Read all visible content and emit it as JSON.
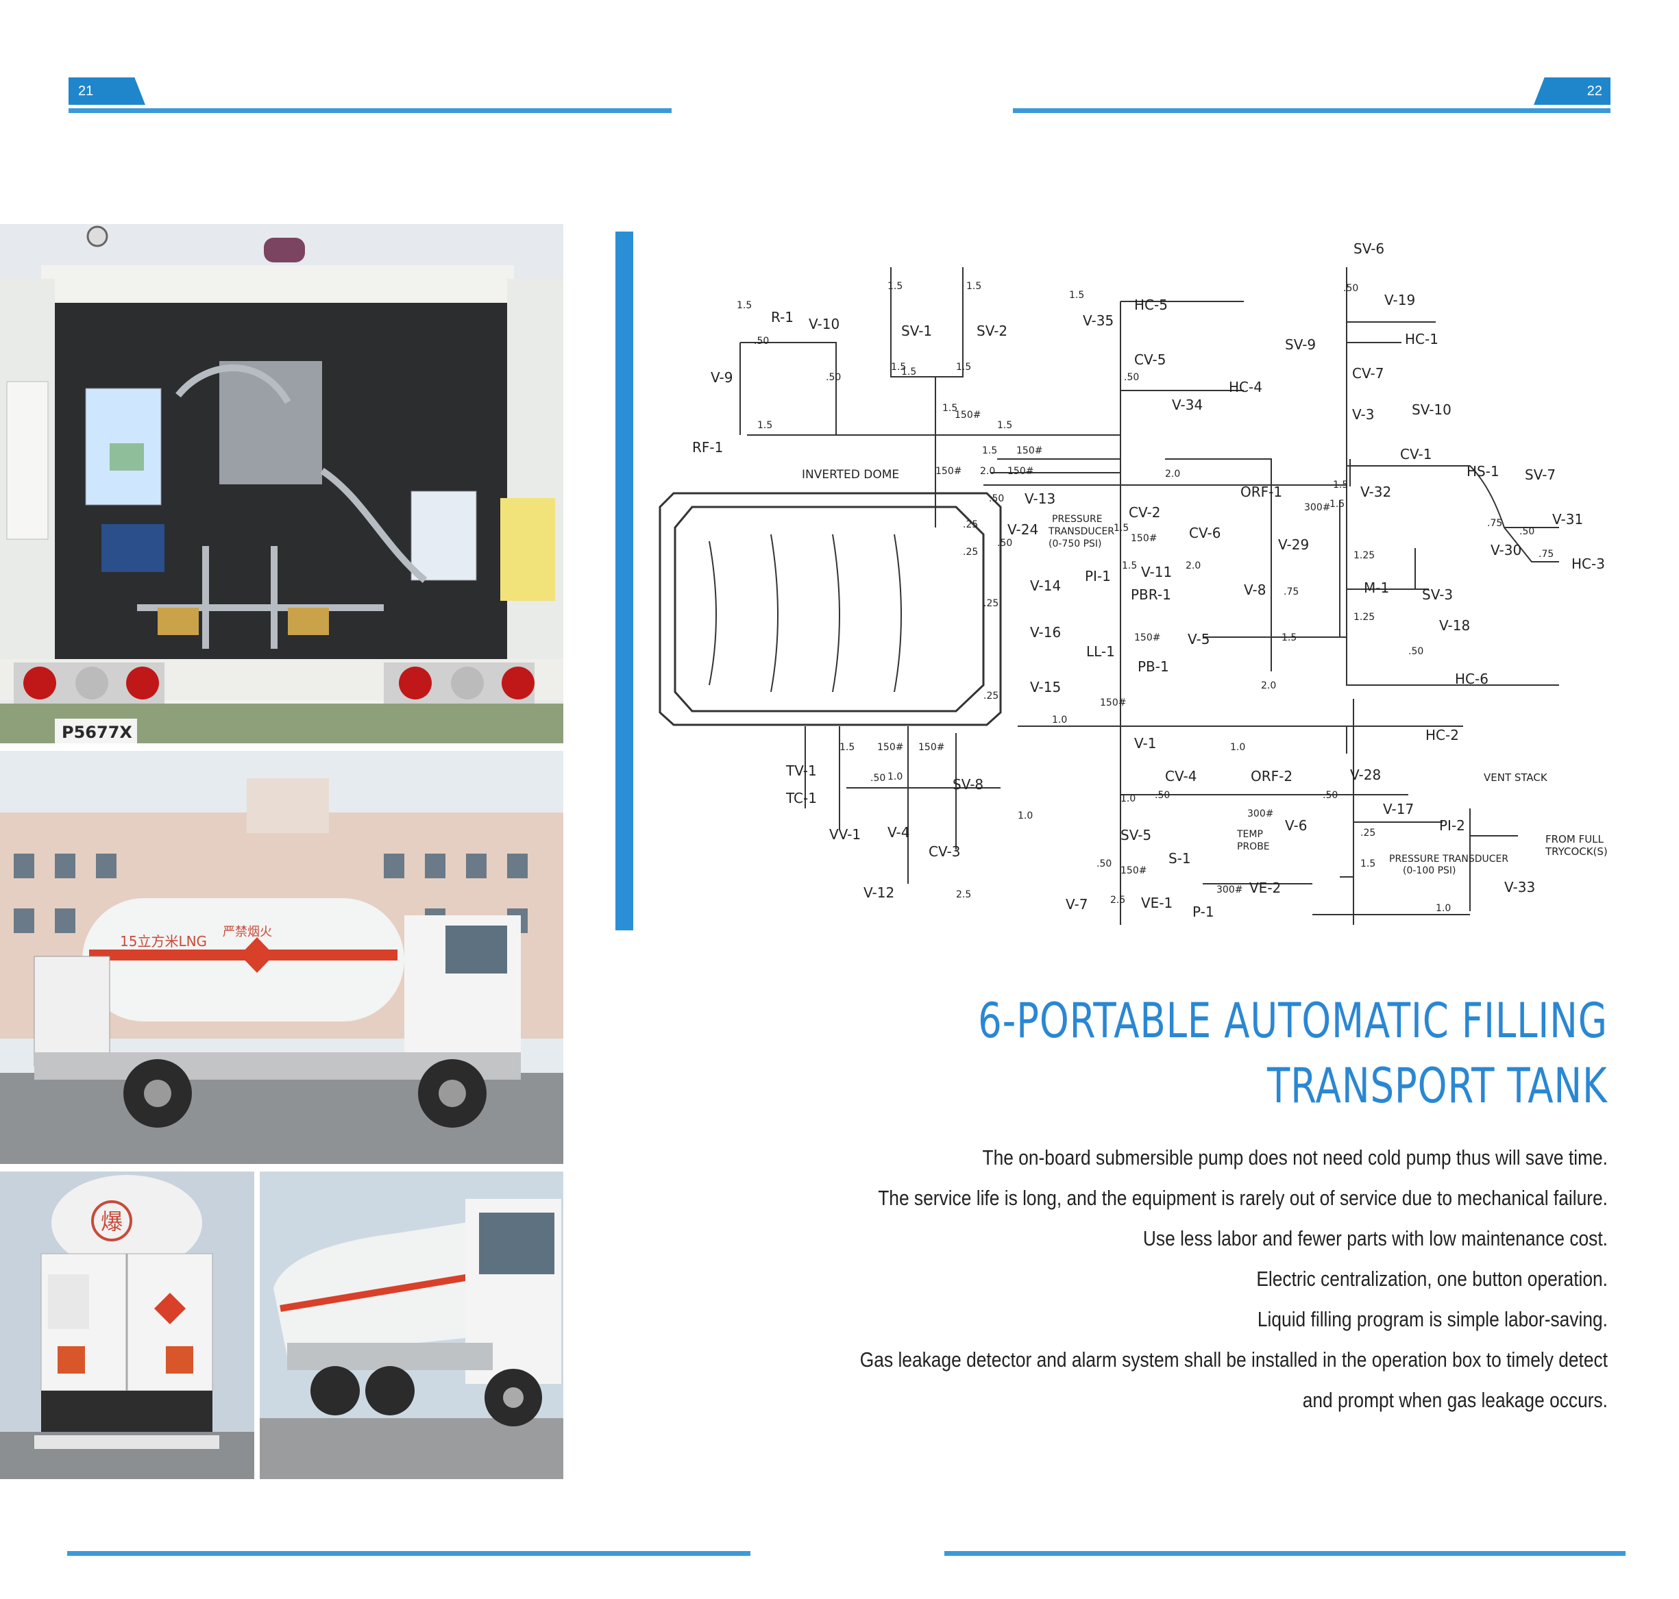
{
  "header": {
    "left_page": "21",
    "right_page": "22"
  },
  "title": {
    "number": "6-",
    "line1": "PORTABLE AUTOMATIC FILLING",
    "line2": "TRANSPORT TANK"
  },
  "features": [
    "The on-board submersible pump does not need cold pump thus will save time.",
    "The service life is long, and the equipment is rarely out of service due to mechanical failure.",
    "Use less labor and fewer parts with low maintenance cost.",
    "Electric centralization, one button operation.",
    "Liquid filling program is simple labor-saving.",
    "Gas leakage detector and alarm system shall be installed in the operation box to timely detect",
    "and prompt when gas leakage occurs."
  ],
  "photos": {
    "truck_side_label": "15立方米LNG",
    "truck_side_warning": "严禁烟火",
    "rear_plate": "P5677X",
    "rear_tank_mark": "爆"
  },
  "diagram": {
    "labels": [
      {
        "t": "SV-6"
      },
      {
        "t": "V-19"
      },
      {
        "t": "HC-1"
      },
      {
        "t": "SV-9"
      },
      {
        "t": "CV-7"
      },
      {
        "t": "V-3"
      },
      {
        "t": "SV-10"
      },
      {
        "t": "CV-1"
      },
      {
        "t": "HS-1"
      },
      {
        "t": "SV-7"
      },
      {
        "t": "V-32"
      },
      {
        "t": "V-31"
      },
      {
        "t": "V-30"
      },
      {
        "t": "HC-3"
      },
      {
        "t": "R-1"
      },
      {
        "t": "V-10"
      },
      {
        "t": "SV-1"
      },
      {
        "t": "SV-2"
      },
      {
        "t": "V-35"
      },
      {
        "t": "HC-5"
      },
      {
        "t": "CV-5"
      },
      {
        "t": "HC-4"
      },
      {
        "t": "V-34"
      },
      {
        "t": "V-9"
      },
      {
        "t": "RF-1"
      },
      {
        "t": "INVERTED DOME"
      },
      {
        "t": "V-13"
      },
      {
        "t": "V-24"
      },
      {
        "t": "PRESSURE"
      },
      {
        "t": "TRANSDUCER"
      },
      {
        "t": "(0-750 PSI)"
      },
      {
        "t": "CV-2"
      },
      {
        "t": "CV-6"
      },
      {
        "t": "ORF-1"
      },
      {
        "t": "V-29"
      },
      {
        "t": "M-1"
      },
      {
        "t": "SV-3"
      },
      {
        "t": "V-18"
      },
      {
        "t": "HC-6"
      },
      {
        "t": "V-14"
      },
      {
        "t": "PI-1"
      },
      {
        "t": "V-11"
      },
      {
        "t": "PBR-1"
      },
      {
        "t": "V-8"
      },
      {
        "t": "V-16"
      },
      {
        "t": "LL-1"
      },
      {
        "t": "V-5"
      },
      {
        "t": "PB-1"
      },
      {
        "t": "V-15"
      },
      {
        "t": "V-1"
      },
      {
        "t": "HC-2"
      },
      {
        "t": "TV-1"
      },
      {
        "t": "TC-1"
      },
      {
        "t": "VV-1"
      },
      {
        "t": "V-4"
      },
      {
        "t": "CV-3"
      },
      {
        "t": "V-12"
      },
      {
        "t": "SV-8"
      },
      {
        "t": "CV-4"
      },
      {
        "t": "ORF-2"
      },
      {
        "t": "V-28"
      },
      {
        "t": "VENT STACK"
      },
      {
        "t": "V-6"
      },
      {
        "t": "V-17"
      },
      {
        "t": "PI-2"
      },
      {
        "t": "FROM FULL"
      },
      {
        "t": "TRYCOCK(S)"
      },
      {
        "t": "SV-5"
      },
      {
        "t": "S-1"
      },
      {
        "t": "TEMP"
      },
      {
        "t": "PROBE"
      },
      {
        "t": "VE-2"
      },
      {
        "t": "PRESSURE TRANSDUCER"
      },
      {
        "t": "(0-100 PSI)"
      },
      {
        "t": "V-33"
      },
      {
        "t": "V-7"
      },
      {
        "t": "VE-1"
      },
      {
        "t": "P-1"
      }
    ],
    "sizes": [
      {
        "t": "1.5"
      },
      {
        "t": "1.5"
      },
      {
        "t": "1.5"
      },
      {
        "t": "1.5"
      },
      {
        "t": ".50"
      },
      {
        "t": ".50"
      },
      {
        "t": "1.5"
      },
      {
        "t": "1.5"
      },
      {
        "t": "1.5"
      },
      {
        "t": ".50"
      },
      {
        "t": "150#"
      },
      {
        "t": "1.5"
      },
      {
        "t": "1.5"
      },
      {
        "t": "1.5"
      },
      {
        "t": "150#"
      },
      {
        "t": "1.5"
      },
      {
        "t": "150#"
      },
      {
        "t": "2.0"
      },
      {
        "t": "150#"
      },
      {
        "t": "2.0"
      },
      {
        "t": ".50"
      },
      {
        "t": ".25"
      },
      {
        "t": ".25"
      },
      {
        "t": ".50"
      },
      {
        "t": "1.5"
      },
      {
        "t": "150#"
      },
      {
        "t": "1.5"
      },
      {
        "t": "2.0"
      },
      {
        "t": "300#"
      },
      {
        "t": ".75"
      },
      {
        "t": "1.5"
      },
      {
        "t": "1.25"
      },
      {
        "t": "1.25"
      },
      {
        "t": ".50"
      },
      {
        "t": ".50"
      },
      {
        "t": ".25"
      },
      {
        "t": "150#"
      },
      {
        "t": "1.5"
      },
      {
        "t": "2.0"
      },
      {
        "t": ".25"
      },
      {
        "t": "150#"
      },
      {
        "t": "1.0"
      },
      {
        "t": "1.0"
      },
      {
        "t": "1.5"
      },
      {
        "t": "150#"
      },
      {
        "t": "150#"
      },
      {
        "t": ".50"
      },
      {
        "t": "1.0"
      },
      {
        "t": "1.0"
      },
      {
        "t": "1.0"
      },
      {
        "t": ".50"
      },
      {
        "t": "300#"
      },
      {
        "t": ".50"
      },
      {
        "t": ".25"
      },
      {
        "t": "1.5"
      },
      {
        "t": ".50"
      },
      {
        "t": "150#"
      },
      {
        "t": "2.5"
      },
      {
        "t": "300#"
      },
      {
        "t": "2.5"
      },
      {
        "t": "1.0"
      },
      {
        "t": ".75"
      },
      {
        "t": ".75"
      },
      {
        "t": ".50"
      },
      {
        "t": "1.5"
      }
    ]
  },
  "colors": {
    "accent": "#2a87d3",
    "rule": "#3a9ad9",
    "stripe": "#d8402a"
  }
}
